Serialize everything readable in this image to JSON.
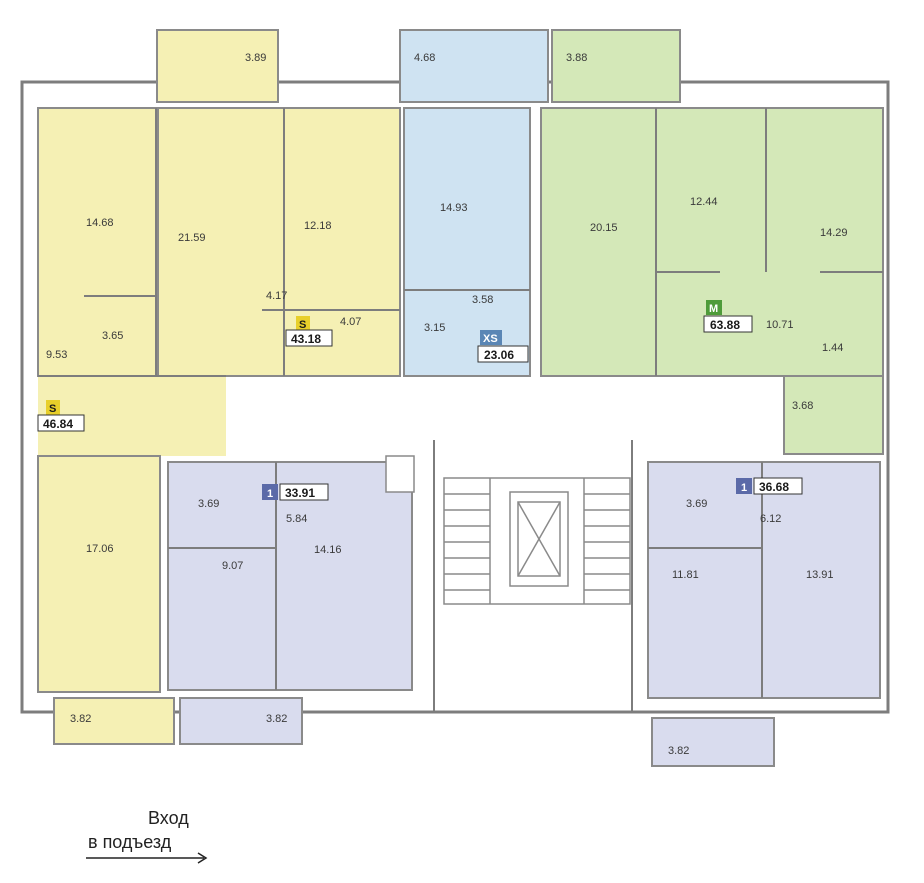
{
  "apartments": [
    {
      "id": "s1",
      "type_code": "S",
      "area": "43.18",
      "color": "#f5f0b4",
      "badge_color": "#e8cf2a"
    },
    {
      "id": "s2",
      "type_code": "S",
      "area": "46.84",
      "color": "#f5f0b4",
      "badge_color": "#e8cf2a"
    },
    {
      "id": "xs",
      "type_code": "XS",
      "area": "23.06",
      "color": "#cfe3f2",
      "badge_color": "#5a86b5"
    },
    {
      "id": "m",
      "type_code": "M",
      "area": "63.88",
      "color": "#d4e8b8",
      "badge_color": "#4e9b3a"
    },
    {
      "id": "one1",
      "type_code": "1",
      "area": "33.91",
      "color": "#d9dcee",
      "badge_color": "#5b6aa8"
    },
    {
      "id": "one2",
      "type_code": "1",
      "area": "36.68",
      "color": "#d9dcee",
      "badge_color": "#5b6aa8"
    }
  ],
  "room_areas": [
    "3.89",
    "4.68",
    "3.88",
    "14.68",
    "21.59",
    "12.18",
    "14.93",
    "20.15",
    "12.44",
    "14.29",
    "4.17",
    "4.07",
    "3.58",
    "3.65",
    "3.15",
    "10.71",
    "1.44",
    "9.53",
    "3.68",
    "3.69",
    "5.84",
    "3.69",
    "6.12",
    "17.06",
    "9.07",
    "14.16",
    "11.81",
    "13.91",
    "3.82",
    "3.82",
    "3.82"
  ],
  "entrance": {
    "line1": "Вход",
    "line2": "в подъезд"
  }
}
